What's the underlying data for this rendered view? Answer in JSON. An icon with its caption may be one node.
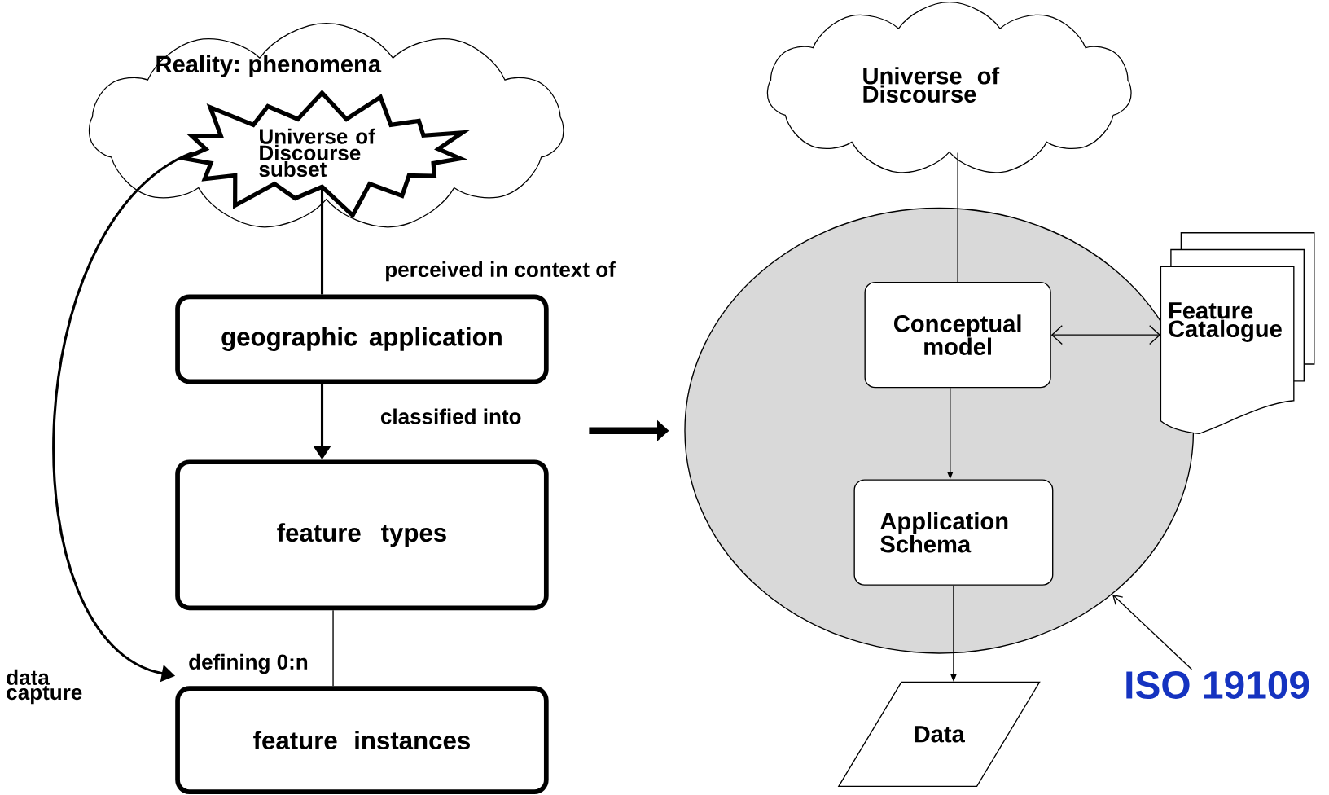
{
  "diagram": {
    "nodes": [
      {
        "text": [
          "Reality: phenomena"
        ]
      },
      {
        "text": [
          "Universe of Discourse subset"
        ],
        "in": 0
      },
      {
        "text": [
          "geographic application"
        ]
      },
      {
        "text": [
          "feature types"
        ]
      },
      {
        "text": [
          "feature instances"
        ]
      },
      {
        "text": [
          "Universe of Discourse"
        ]
      },
      {
        "text": [],
        "shape": "ellipse"
      },
      {
        "text": [
          "Conceptual model"
        ],
        "in": 6
      },
      {
        "text": [
          "Application Schema"
        ],
        "in": 6
      },
      {
        "text": [
          "Feature Catalogue"
        ]
      },
      {
        "text": [
          "Data"
        ]
      },
      {
        "text": [
          "ISO 19109"
        ]
      }
    ],
    "edges": [
      {
        "from": 1,
        "to": 2,
        "arrow": "none",
        "label": "perceived in context of"
      },
      {
        "from": 2,
        "to": 3,
        "arrow": "to",
        "label": "classified into"
      },
      {
        "from": 3,
        "to": 4,
        "arrow": "none",
        "label": "defining 0:n"
      },
      {
        "from": 1,
        "to": 4,
        "arrow": "to",
        "label": "data capture"
      },
      {
        "from": null,
        "to": 6,
        "arrow": "to",
        "style": "thick"
      },
      {
        "from": 5,
        "to": 7,
        "arrow": "none"
      },
      {
        "from": 7,
        "to": 9,
        "arrow": "both"
      },
      {
        "from": 7,
        "to": 8,
        "arrow": "to"
      },
      {
        "from": 8,
        "to": 10,
        "arrow": "to"
      },
      {
        "from": 11,
        "to": 6,
        "arrow": "to"
      }
    ]
  }
}
